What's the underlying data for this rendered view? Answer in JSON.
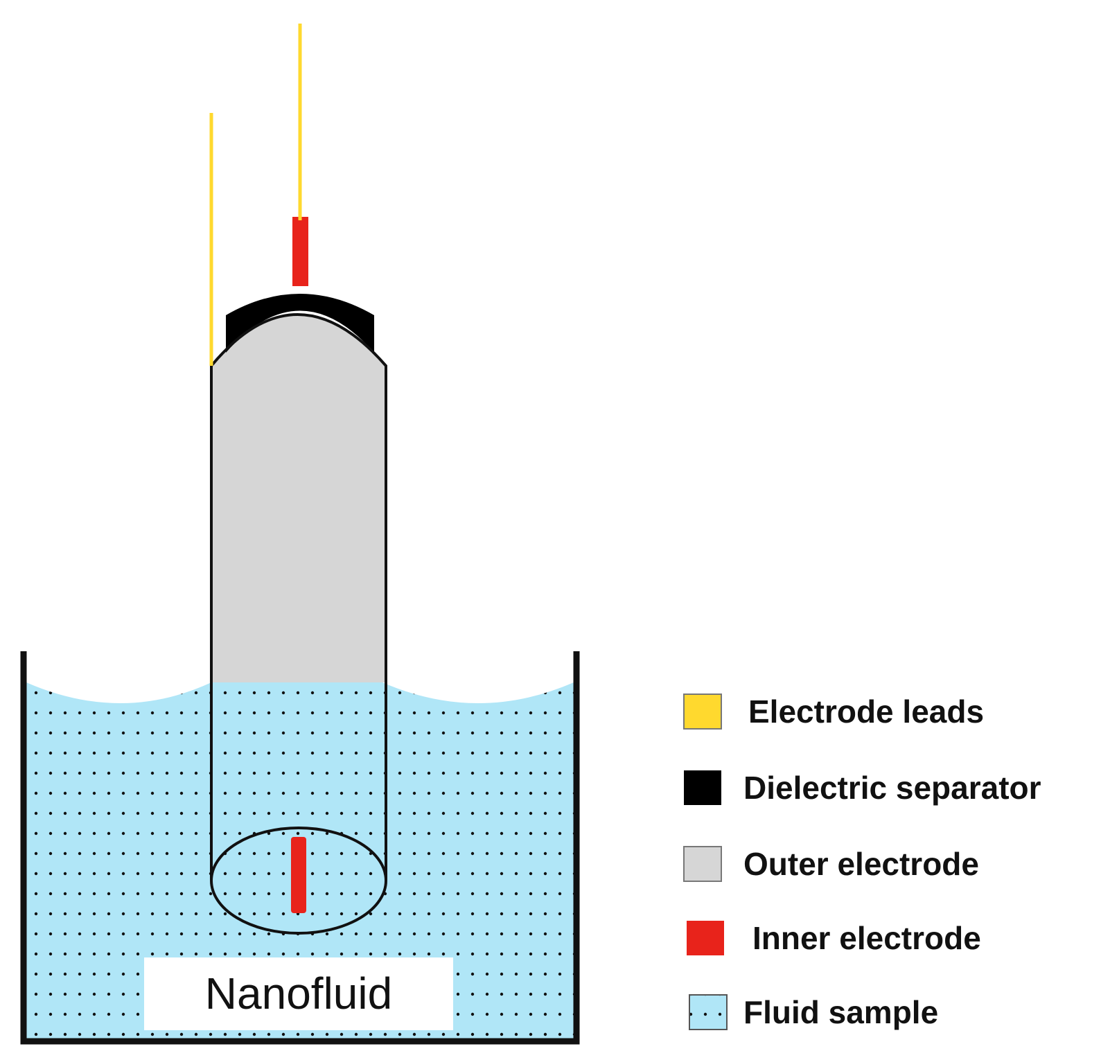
{
  "labels": {
    "center": "Nanofluid"
  },
  "legend": [
    {
      "label": "Electrode leads",
      "color": "#ffd92e",
      "pattern": "solid"
    },
    {
      "label": "Dielectric separator",
      "color": "#000000",
      "pattern": "solid"
    },
    {
      "label": "Outer electrode",
      "color": "#d6d6d6",
      "pattern": "solid"
    },
    {
      "label": "Inner electrode",
      "color": "#e8231b",
      "pattern": "solid"
    },
    {
      "label": "Fluid sample",
      "color": "#b0e6f7",
      "pattern": "dotted"
    }
  ],
  "colors": {
    "fluid": "#b0e6f7",
    "outline": "#111111",
    "label_box": "#ffffff"
  }
}
